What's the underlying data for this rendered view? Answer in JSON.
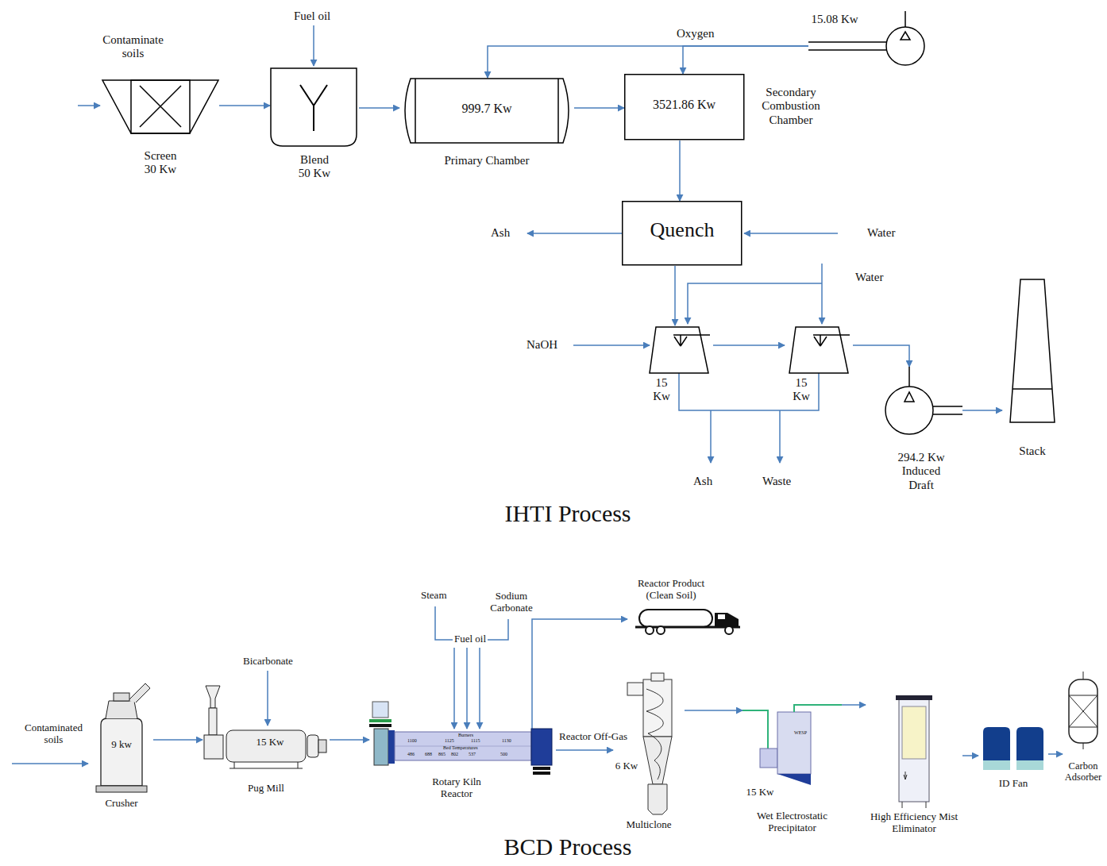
{
  "diagram": {
    "nodes": [
      {
        "text": [
          "Screen 30 Kw"
        ]
      },
      {
        "text": [
          "Blend 50 Kw"
        ]
      },
      {
        "text": [
          "999.7 Kw",
          "Primary Chamber"
        ]
      },
      {
        "text": [
          "3521.86 Kw",
          "Secondary Combustion Chamber"
        ]
      },
      {
        "text": [
          "Quench"
        ]
      },
      {
        "text": [
          "15.08 Kw"
        ]
      },
      {
        "text": [
          "15 Kw"
        ]
      },
      {
        "text": [
          "15 Kw"
        ]
      },
      {
        "text": [
          "294.2 Kw Induced Draft"
        ]
      },
      {
        "text": [
          "Stack"
        ]
      },
      {
        "text": [
          "9 kw",
          "Crusher"
        ]
      },
      {
        "text": [
          "15 Kw",
          "Pug Mill"
        ]
      },
      {
        "text": [
          "Rotary Kiln Reactor"
        ]
      },
      {
        "text": [
          "Reactor Product (Clean Soil)"
        ]
      },
      {
        "text": [
          "6 Kw",
          "Multiclone"
        ]
      },
      {
        "text": [
          "15 Kw",
          "Wet Electrostatic Precipitator"
        ]
      },
      {
        "text": [
          "High Efficiency Mist Eliminator"
        ]
      },
      {
        "text": [
          "ID Fan"
        ]
      },
      {
        "text": [
          "Carbon Adsorber"
        ]
      }
    ],
    "edges": [
      {
        "from": 0,
        "to": 1,
        "arrow": "to"
      },
      {
        "from": 1,
        "to": 2,
        "arrow": "to"
      },
      {
        "from": 2,
        "to": 3,
        "arrow": "to"
      },
      {
        "from": 5,
        "to": 2,
        "arrow": "to"
      },
      {
        "from": 5,
        "to": 3,
        "arrow": "to"
      },
      {
        "from": 3,
        "to": 4,
        "arrow": "to"
      },
      {
        "from": 4,
        "to": 6,
        "arrow": "to"
      },
      {
        "from": 6,
        "to": 7,
        "arrow": "to"
      },
      {
        "from": 7,
        "to": 8,
        "arrow": "to"
      },
      {
        "from": 8,
        "to": 9,
        "arrow": "to"
      },
      {
        "from": 10,
        "to": 11,
        "arrow": "to"
      },
      {
        "from": 11,
        "to": 12,
        "arrow": "to"
      },
      {
        "from": 12,
        "to": 13,
        "arrow": "to"
      },
      {
        "from": 12,
        "to": 14,
        "label": "Reactor Off-Gas",
        "arrow": "to"
      },
      {
        "from": 14,
        "to": 15,
        "arrow": "to"
      },
      {
        "from": 15,
        "to": 16,
        "arrow": "to"
      },
      {
        "from": 16,
        "to": 17,
        "arrow": "to"
      },
      {
        "from": 17,
        "to": 18,
        "arrow": "to"
      }
    ],
    "labels": [
      "Contaminate soils",
      "Fuel oil",
      "Oxygen",
      "Ash",
      "Water",
      "Water",
      "NaOH",
      "Ash",
      "Waste",
      "IHTI Process",
      "Contaminated soils",
      "Bicarbonate",
      "Steam",
      "Sodium Carbonate",
      "Fuel oil",
      "Burners",
      "1100",
      "1125",
      "1115",
      "1130",
      "Bed Temperatures",
      "486",
      "688",
      "865",
      "802",
      "537",
      "500",
      "WESP",
      "BCD Process"
    ]
  }
}
